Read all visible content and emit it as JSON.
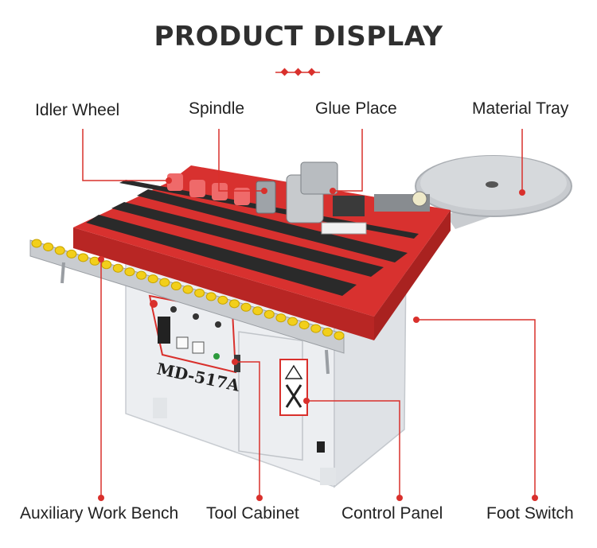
{
  "title": "PRODUCT DISPLAY",
  "colors": {
    "accent": "#d9302c",
    "body_red": "#d8312f",
    "body_white": "#eef0f3",
    "text": "#222222"
  },
  "machine": {
    "model_plate": "MD-517A"
  },
  "callouts": [
    {
      "id": "idler-wheel",
      "label": "Idler Wheel"
    },
    {
      "id": "spindle",
      "label": "Spindle"
    },
    {
      "id": "glue-place",
      "label": "Glue Place"
    },
    {
      "id": "material-tray",
      "label": "Material Tray"
    },
    {
      "id": "auxiliary-work-bench",
      "label": "Auxiliary Work Bench"
    },
    {
      "id": "tool-cabinet",
      "label": "Tool Cabinet"
    },
    {
      "id": "control-panel",
      "label": "Control Panel"
    },
    {
      "id": "foot-switch",
      "label": "Foot Switch"
    }
  ]
}
